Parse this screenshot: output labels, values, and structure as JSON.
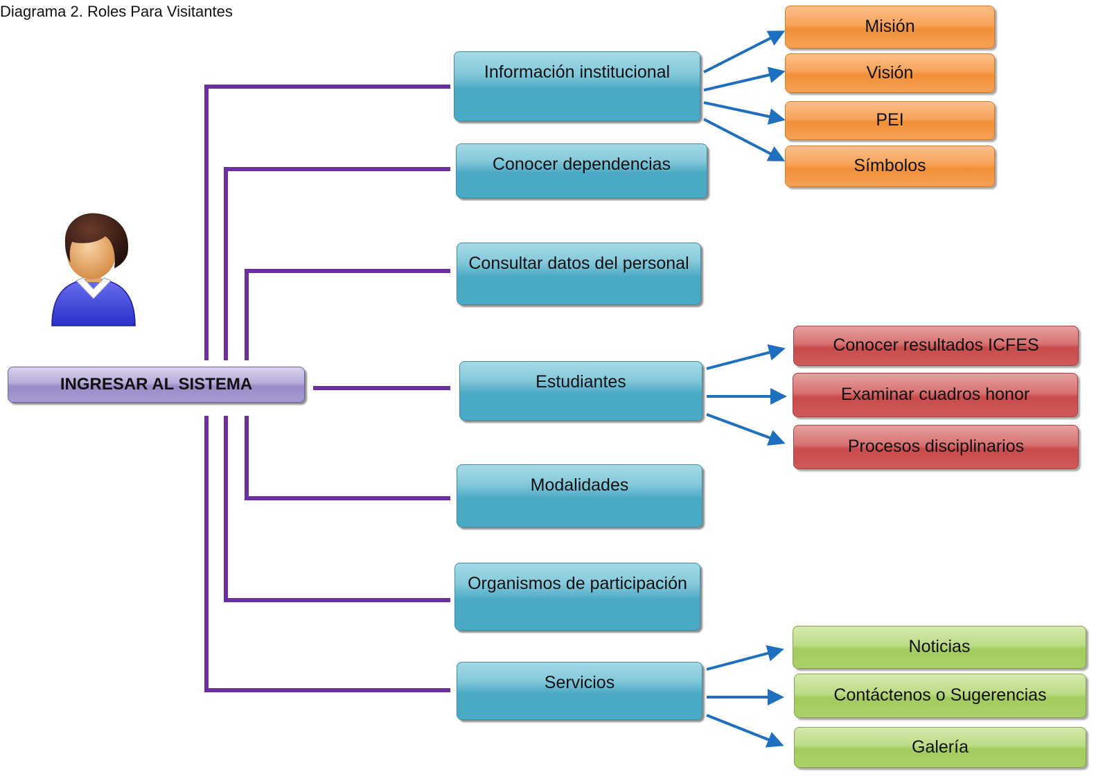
{
  "caption": "Diagrama 2. Roles Para Visitantes",
  "root": {
    "label": "INGRESAR AL SISTEMA"
  },
  "categories": [
    {
      "label": "Información institucional"
    },
    {
      "label": "Conocer dependencias"
    },
    {
      "label": "Consultar datos del personal"
    },
    {
      "label": "Estudiantes"
    },
    {
      "label": "Modalidades"
    },
    {
      "label": "Organismos de participación"
    },
    {
      "label": "Servicios"
    }
  ],
  "institucional_items": [
    "Misión",
    "Visión",
    "PEI",
    "Símbolos"
  ],
  "estudiantes_items": [
    "Conocer resultados ICFES",
    "Examinar cuadros honor",
    "Procesos disciplinarios"
  ],
  "servicios_items": [
    "Noticias",
    "Contáctenos o Sugerencias",
    "Galería"
  ],
  "colors": {
    "trunk": "#6b2fa0",
    "arrow": "#1f6fc0",
    "category": "#4aabc6",
    "institucional": "#f28f35",
    "estudiantes": "#c94b4b",
    "servicios": "#a2cb5e",
    "root": "#9a8bc8"
  },
  "icons": {
    "person": "person-icon"
  }
}
